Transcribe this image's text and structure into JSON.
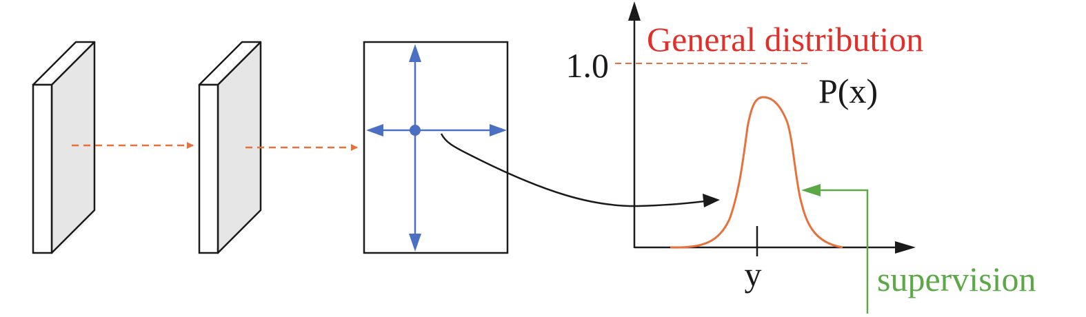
{
  "labels": {
    "title": "General distribution",
    "y_tick": "1.0",
    "function": "P(x)",
    "target": "y",
    "supervision": "supervision"
  },
  "colors": {
    "outline": "#1a1a1a",
    "panel_face": "#e6e6e6",
    "flow_arrow": "#e8703a",
    "regression_cross": "#4a6fc3",
    "curve": "#e8703a",
    "title": "#e0302a",
    "supervision": "#5aa846"
  },
  "icons": {
    "feature_map": "feature-map-slab",
    "bbox": "bounding-box-with-cross-arrows"
  }
}
